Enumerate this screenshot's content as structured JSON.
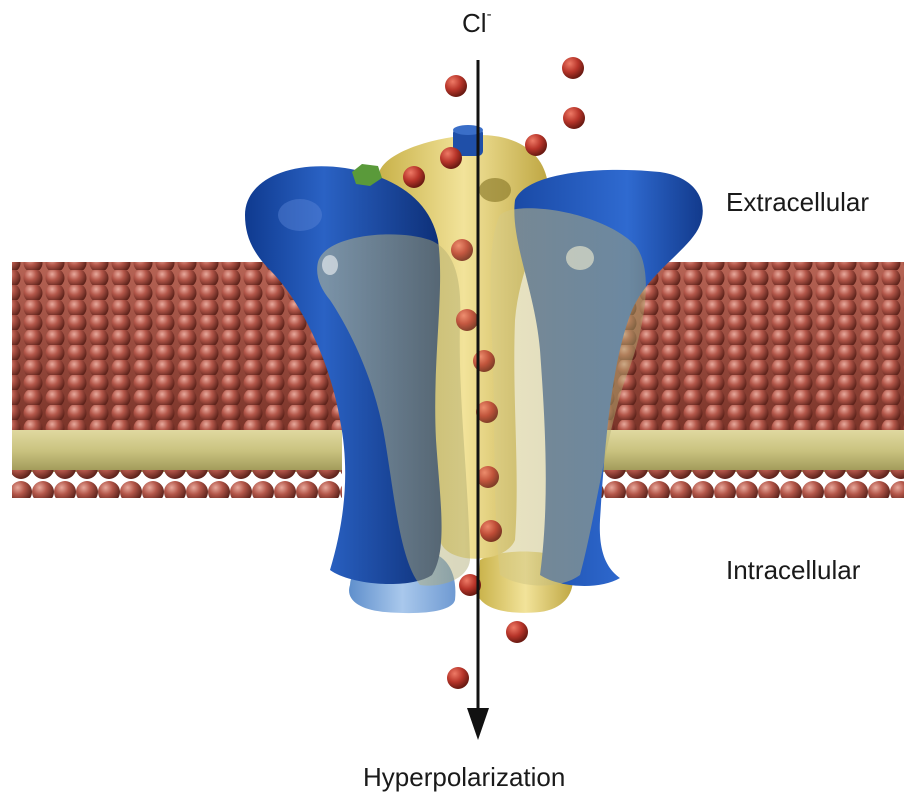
{
  "labels": {
    "ion": "Cl",
    "ion_charge": "-",
    "extracellular": "Extracellular",
    "intracellular": "Intracellular",
    "effect": "Hyperpolarization"
  },
  "colors": {
    "lipid_head": "#b4574a",
    "lipid_core": "#c9c27f",
    "subunit_blue": "#1f4fa8",
    "subunit_light_blue": "#7fa9d8",
    "subunit_yellow": "#e6d27a",
    "ion_particle": "#b8352a",
    "arrow": "#111111",
    "marker_green": "#5a9a3a"
  }
}
